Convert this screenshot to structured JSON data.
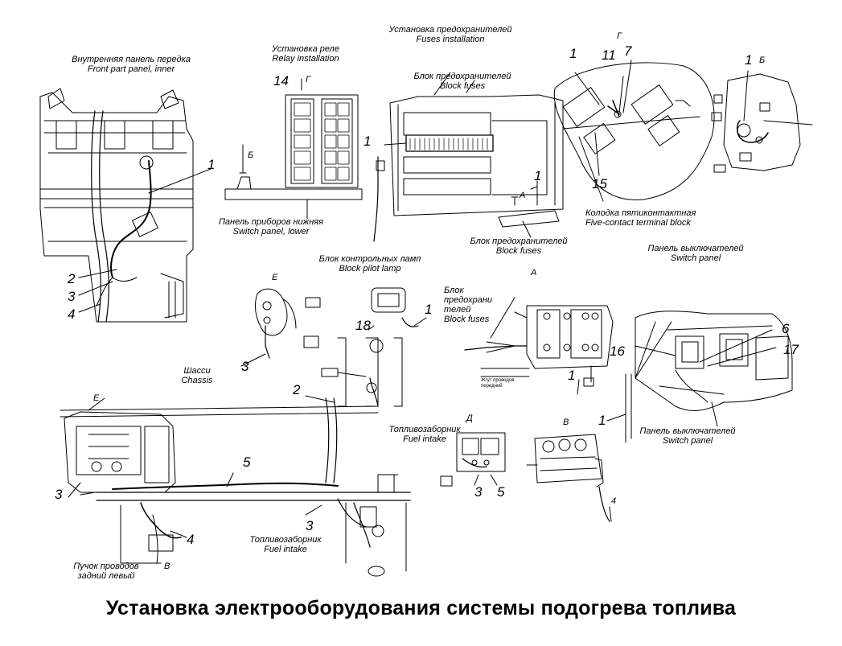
{
  "title": "Установка электрооборудования системы подогрева топлива",
  "views": {
    "front_panel": {
      "ru": "Внутренняя панель передка",
      "en": "Front part panel, inner"
    },
    "relay": {
      "ru": "Установка реле",
      "en": "Relay installation"
    },
    "fuses_install": {
      "ru": "Установка предохранителей",
      "en": "Fuses installation"
    },
    "block_fuses_top": {
      "ru": "Блок предохранителей",
      "en": "Block fuses"
    },
    "switch_lower": {
      "ru": "Панель приборов нижняя",
      "en": "Switch panel, lower"
    },
    "five_contact": {
      "ru": "Колодка пятиконтактная",
      "en": "Five-contact terminal block"
    },
    "block_fuses_bottom": {
      "ru": "Блок предохранителей",
      "en": "Block fuses"
    },
    "switch_panel_top": {
      "ru": "Панель выключателей",
      "en": "Switch panel"
    },
    "pilot_lamp": {
      "ru": "Блок контрольных ламп",
      "en": "Block pilot lamp"
    },
    "block_fuses_a": {
      "ru1": "Блок",
      "ru2": "предохрани",
      "ru3": "телей",
      "en": "Block fuses"
    },
    "chassis": {
      "ru": "Шасси",
      "en": "Chassis"
    },
    "fuel_intake_1": {
      "ru": "Топливозаборник",
      "en": "Fuel intake"
    },
    "fuel_intake_2": {
      "ru": "Топливозаборник",
      "en": "Fuel intake"
    },
    "switch_panel_bottom": {
      "ru": "Панель выключателей",
      "en": "Switch panel"
    },
    "harness": {
      "ru1": "Пучок проводов",
      "ru2": "задний левый"
    },
    "harness_tag": {
      "l1": "Жгут проводов",
      "l2": "передний"
    }
  },
  "callouts": {
    "n1": "1",
    "n2": "2",
    "n3": "3",
    "n4": "4",
    "n5": "5",
    "n6": "6",
    "n7": "7",
    "n11": "11",
    "n14": "14",
    "n15": "15",
    "n16": "16",
    "n17": "17",
    "n18": "18"
  },
  "letters": {
    "A": "А",
    "B": "Б",
    "V": "В",
    "G": "Г",
    "D": "Д",
    "E": "Е"
  }
}
